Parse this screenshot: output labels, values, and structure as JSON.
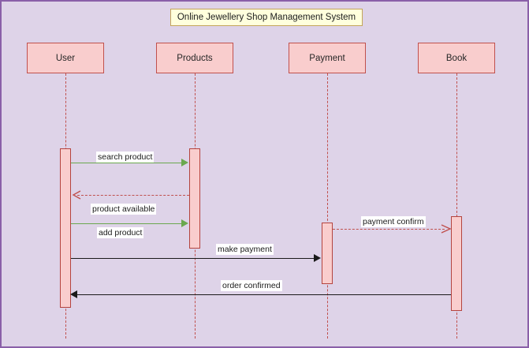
{
  "diagram": {
    "title": "Online Jewellery Shop Management System",
    "background_color": "#ded3e8",
    "frame_border_color": "#8a5fa8",
    "title_background_color": "#ffffdd",
    "title_border_color": "#c4a55a"
  },
  "colors": {
    "lifeline_fill": "#f9cdcd",
    "lifeline_border": "#c0504d",
    "activation_fill": "#f9cdcd",
    "activation_border": "#b4443f",
    "message_green": "#6aa84f",
    "message_red": "#c0504d",
    "message_black": "#1a1a1a",
    "label_background": "#ffffff"
  },
  "lifelines": [
    {
      "name": "User",
      "label": "User"
    },
    {
      "name": "Products",
      "label": "Products"
    },
    {
      "name": "Payment",
      "label": "Payment"
    },
    {
      "name": "Book",
      "label": "Book"
    }
  ],
  "messages": [
    {
      "label": "search product",
      "from": "User",
      "to": "Products",
      "style": "solid",
      "color": "green",
      "direction": "right"
    },
    {
      "label": "product available",
      "from": "Products",
      "to": "User",
      "style": "dashed",
      "color": "red",
      "direction": "left"
    },
    {
      "label": "add product",
      "from": "User",
      "to": "Products",
      "style": "solid",
      "color": "green",
      "direction": "right"
    },
    {
      "label": "payment confirm",
      "from": "Payment",
      "to": "Book",
      "style": "dashed",
      "color": "red",
      "direction": "right"
    },
    {
      "label": "make payment",
      "from": "User",
      "to": "Payment",
      "style": "solid",
      "color": "black",
      "direction": "right"
    },
    {
      "label": "order confirmed",
      "from": "Book",
      "to": "User",
      "style": "solid",
      "color": "black",
      "direction": "left"
    }
  ]
}
